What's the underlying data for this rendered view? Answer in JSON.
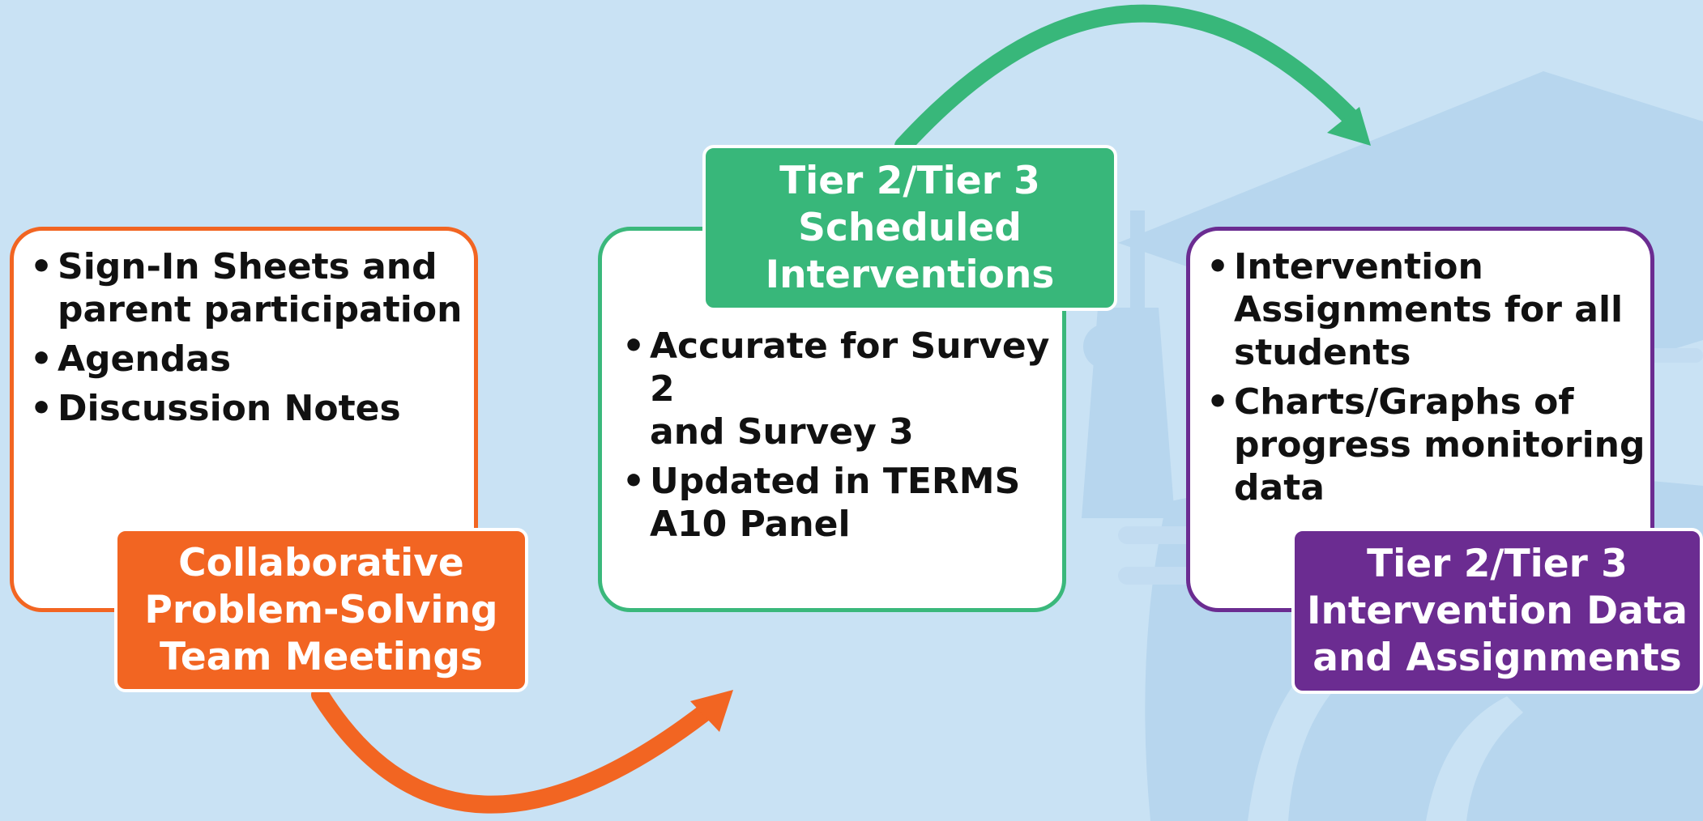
{
  "colors": {
    "background": "#c9e2f4",
    "orange": "#f26522",
    "green": "#38b77a",
    "purple": "#6b2c91",
    "card_fill": "#ffffff"
  },
  "steps": [
    {
      "title": [
        "Collaborative",
        "Problem-Solving",
        "Team Meetings"
      ],
      "bullets": [
        [
          "Sign-In Sheets and",
          "parent participation"
        ],
        [
          "Agendas"
        ],
        [
          "Discussion Notes"
        ]
      ]
    },
    {
      "title": [
        "Tier 2/Tier 3",
        "Scheduled",
        "Interventions"
      ],
      "bullets": [
        [
          "Accurate for Survey 2",
          "and Survey 3"
        ],
        [
          "Updated in TERMS",
          "A10 Panel"
        ]
      ]
    },
    {
      "title": [
        "Tier 2/Tier 3",
        "Intervention Data",
        "and Assignments"
      ],
      "bullets": [
        [
          "Intervention",
          "Assignments for all",
          "students"
        ],
        [
          "Charts/Graphs of",
          "progress monitoring",
          "data"
        ]
      ]
    }
  ]
}
